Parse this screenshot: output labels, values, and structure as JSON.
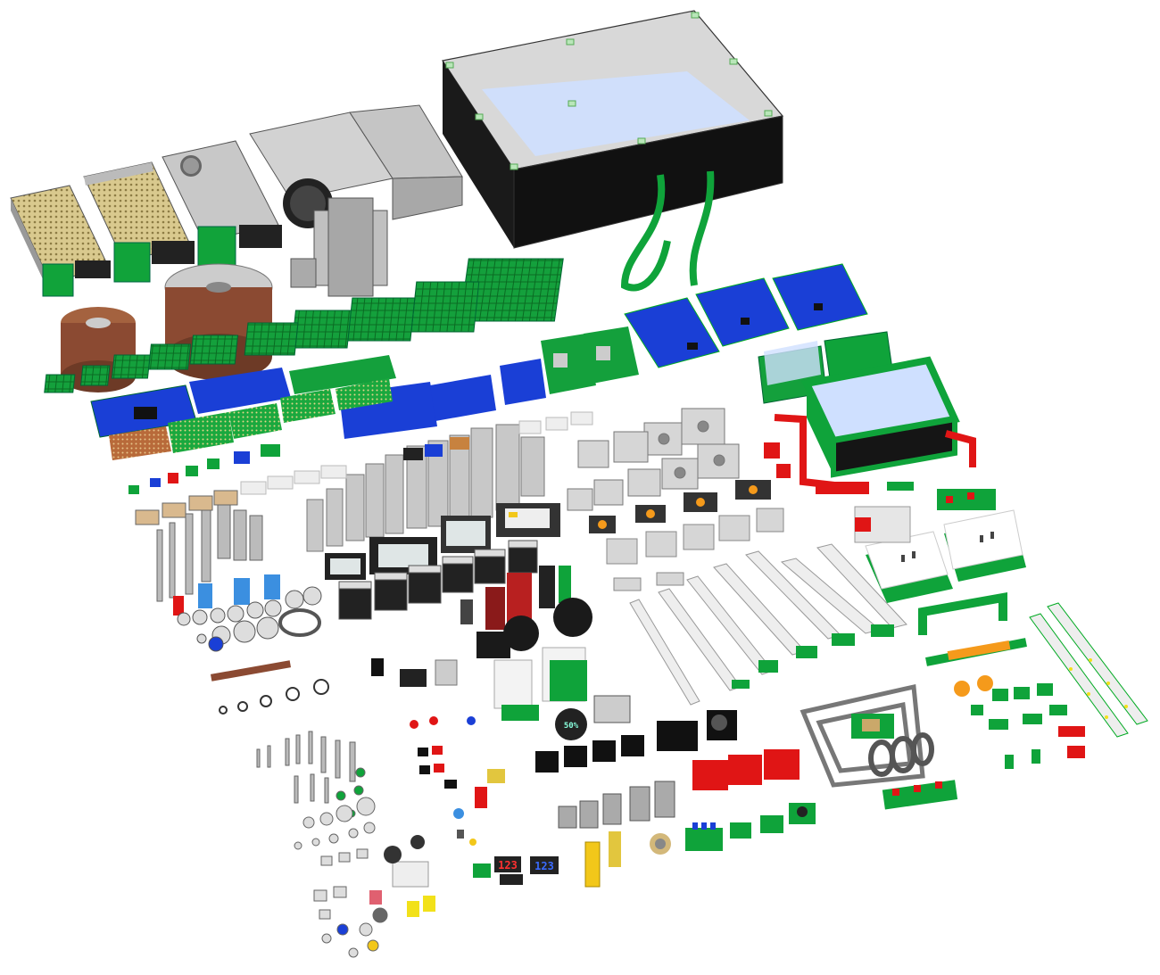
{
  "scene": {
    "description_free": true,
    "palette": {
      "green": "#0fa33a",
      "dark_green": "#0a7a2a",
      "blue": "#1a3fd6",
      "black": "#151515",
      "grey": "#bdbdbd",
      "light_grey": "#e4e4e4",
      "red": "#e01515",
      "brown": "#8b4a32",
      "yellow": "#f2e11a",
      "copper": "#c7823f",
      "orange": "#f59a1b",
      "glass": "#cfe0ff"
    },
    "displays": {
      "seg_a": "123",
      "seg_b": "123",
      "round_display": "50%"
    }
  }
}
